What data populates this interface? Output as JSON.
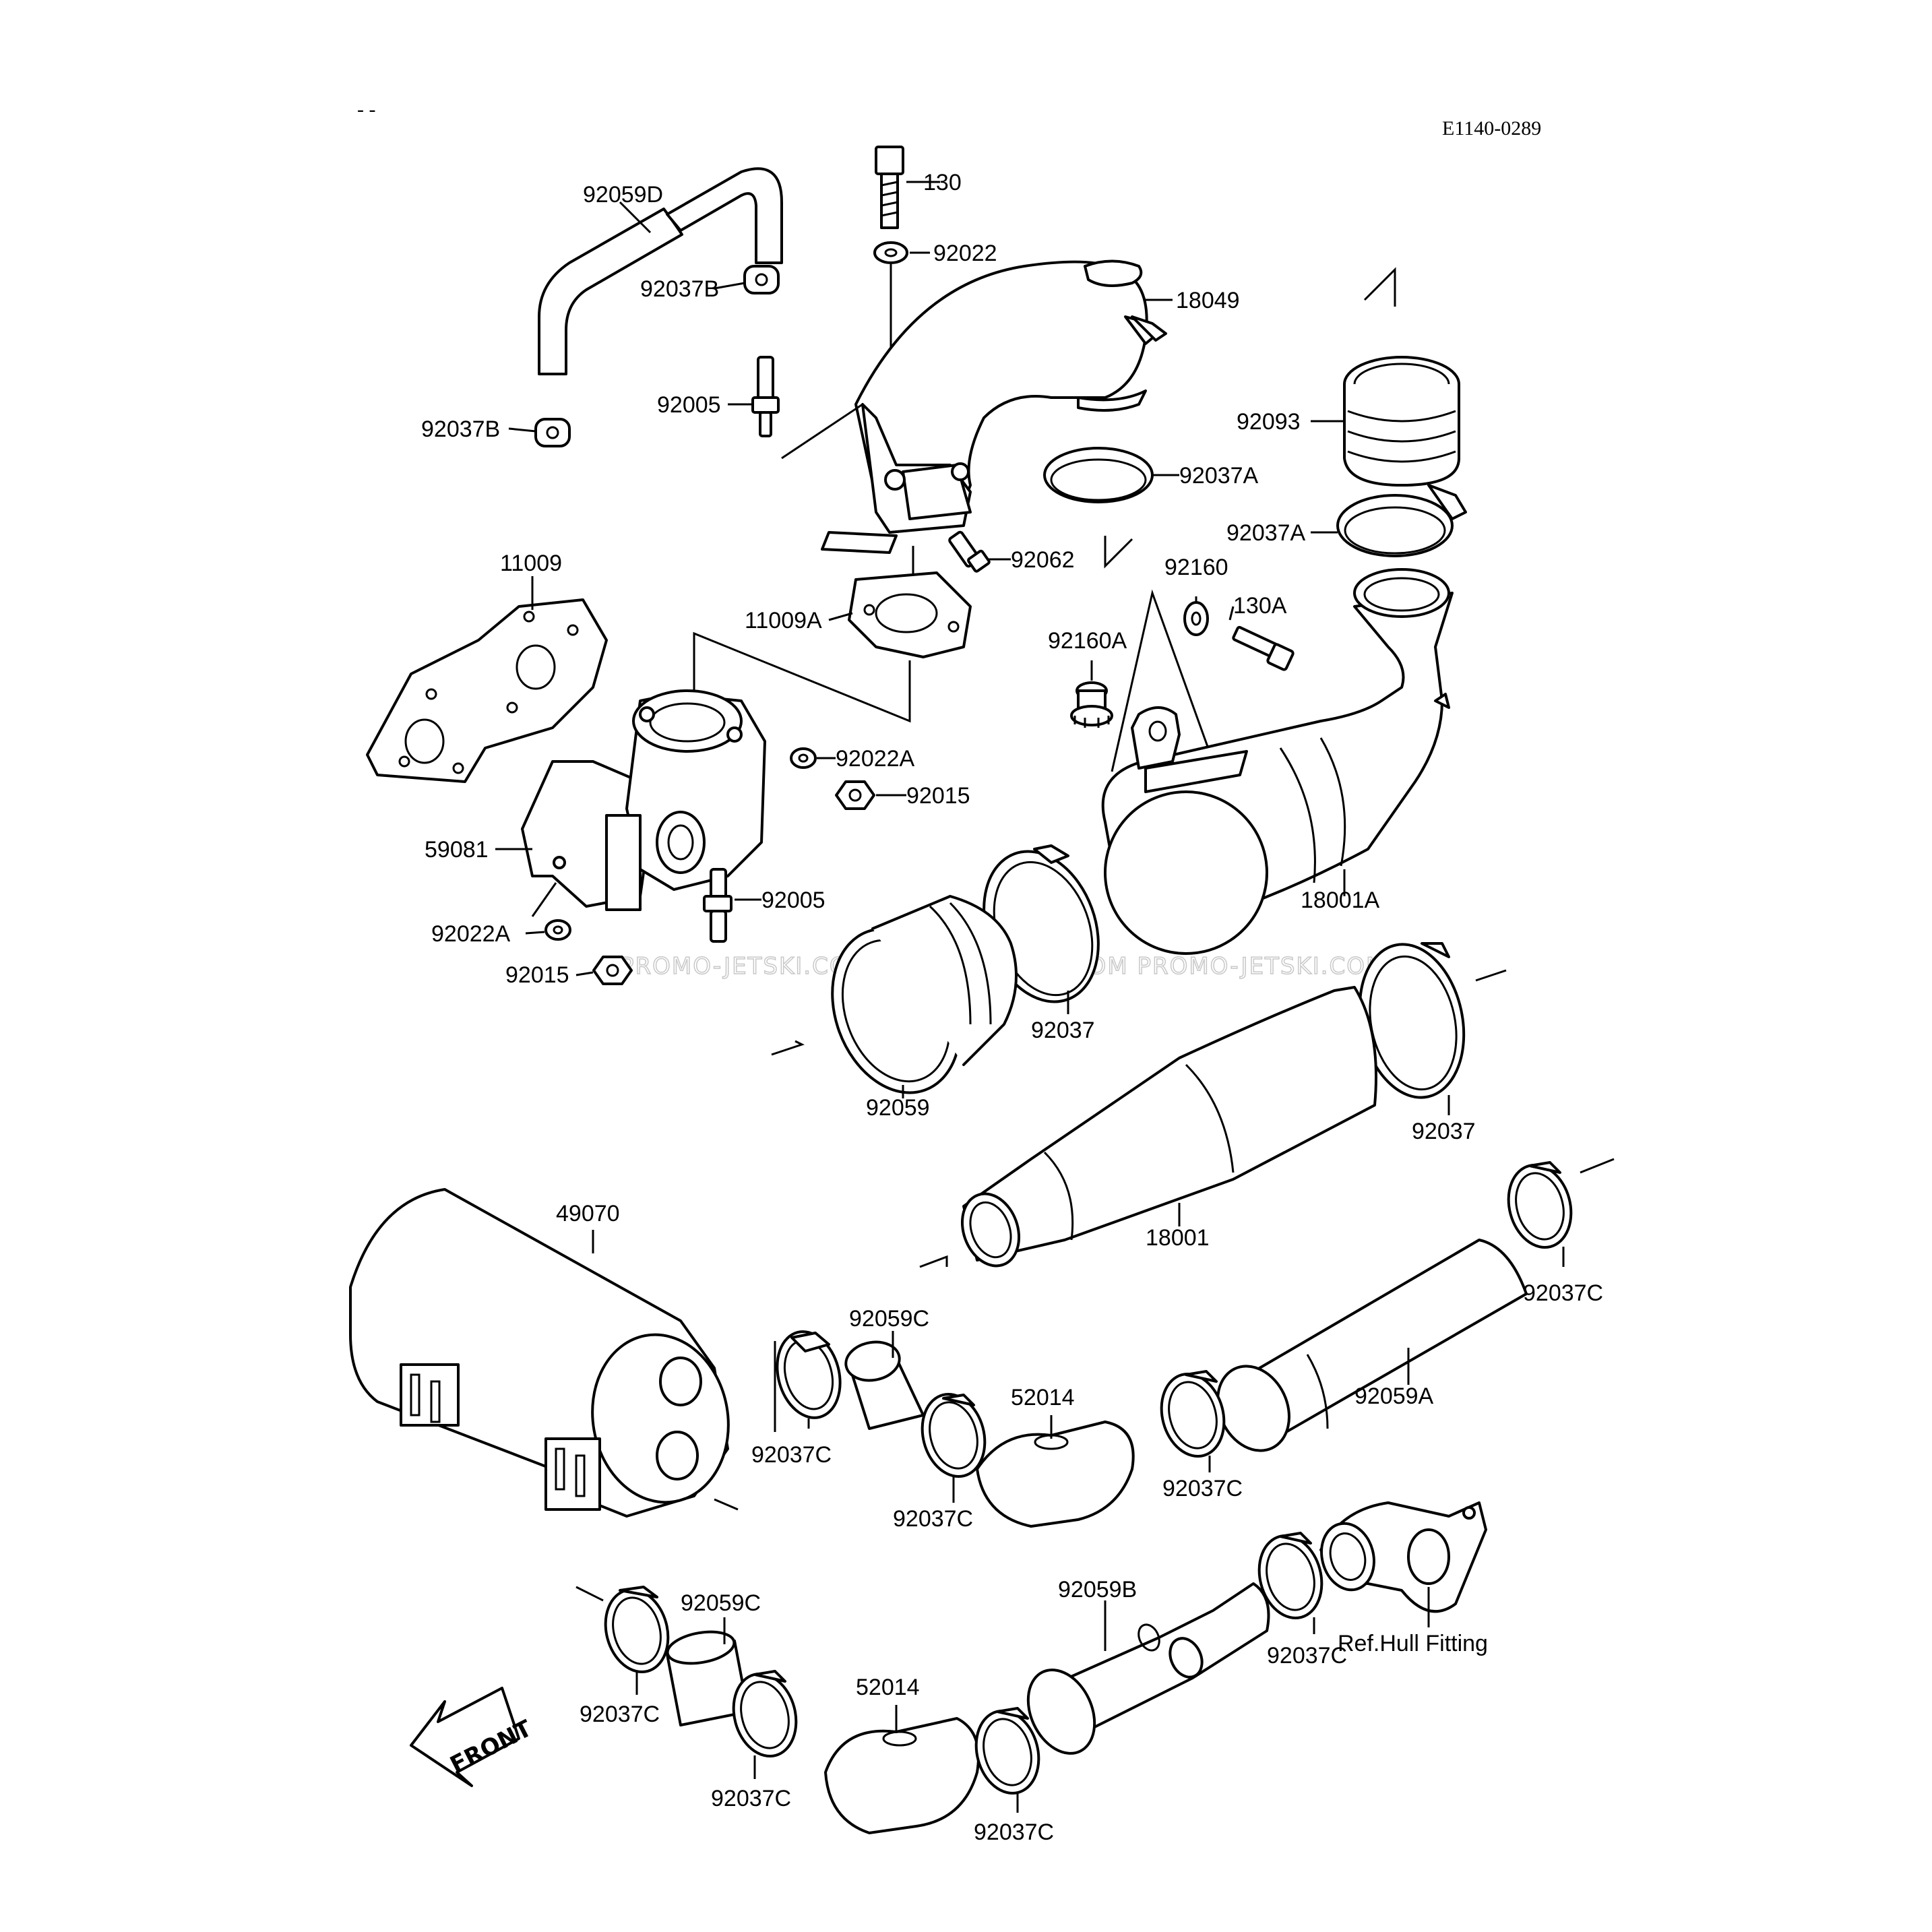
{
  "diagram": {
    "drawing_code": "E1140-0289",
    "watermark": "PROMO-JETSKI.COM   PROMO-JETSKI.COM   PROMO-JETSKI.COM",
    "front_arrow_text": "FRONT",
    "labels": {
      "p130": "130",
      "p92022": "92022",
      "p18049": "18049",
      "p92059D": "92059D",
      "p92037B_a": "92037B",
      "p92037B_b": "92037B",
      "p92005_a": "92005",
      "p92093": "92093",
      "p92037A_a": "92037A",
      "p92037A_b": "92037A",
      "p92062": "92062",
      "p92160": "92160",
      "p130A": "130A",
      "p11009": "11009",
      "p11009A": "11009A",
      "p92160A": "92160A",
      "p92022A_a": "92022A",
      "p92015_a": "92015",
      "p59081": "59081",
      "p92005_b": "92005",
      "p92022A_b": "92022A",
      "p92015_b": "92015",
      "p18001A": "18001A",
      "p92037_a": "92037",
      "p92059": "92059",
      "p92037_b": "92037",
      "p18001": "18001",
      "p49070": "49070",
      "p92037C_a": "92037C",
      "p92059C_a": "92059C",
      "p92037C_b": "92037C",
      "p52014_a": "52014",
      "p92037C_c": "92037C",
      "p92059A": "92059A",
      "p92037C_d": "92037C",
      "p92059C_b": "92059C",
      "p92037C_e": "92037C",
      "p92037C_f": "92037C",
      "p52014_b": "52014",
      "p92037C_g": "92037C",
      "p92059B": "92059B",
      "p92037C_h": "92037C",
      "p_ref_hull": "Ref.Hull Fitting"
    }
  }
}
